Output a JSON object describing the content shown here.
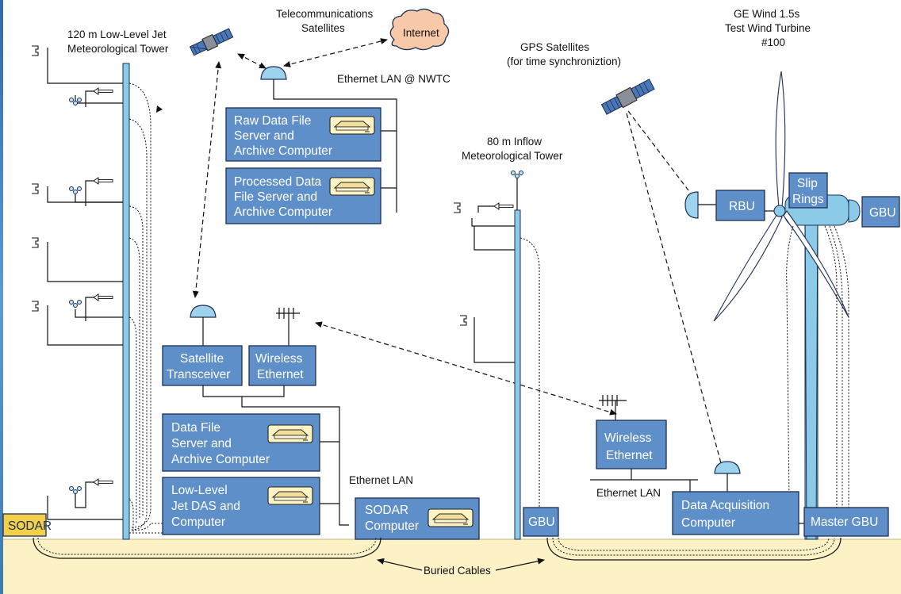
{
  "labels": {
    "met_tower_120": [
      "120 m Low-Level Jet",
      "Meteorological Tower"
    ],
    "telecom_satellites": [
      "Telecommunications",
      "Satellites"
    ],
    "internet": "Internet",
    "ethernet_lan_nwtc": "Ethernet LAN @ NWTC",
    "gps_satellites": [
      "GPS Satellites",
      "(for time synchroniztion)"
    ],
    "wind_turbine": [
      "GE Wind 1.5s",
      "Test Wind Turbine",
      "#100"
    ],
    "met_tower_80": [
      "80 m Inflow",
      "Meteorological Tower"
    ],
    "ethernet_lan": "Ethernet LAN",
    "ethernet_lan_2": "Ethernet LAN",
    "buried_cables": "Buried Cables"
  },
  "boxes": {
    "raw_data_server": [
      "Raw Data File",
      "Server and",
      "Archive Computer"
    ],
    "processed_data_server": [
      "Processed Data",
      "File Server and",
      "Archive Computer"
    ],
    "satellite_transceiver": [
      "Satellite",
      "Transceiver"
    ],
    "wireless_ethernet_left": [
      "Wireless",
      "Ethernet"
    ],
    "data_file_server": [
      "Data File",
      "Server and",
      "Archive Computer"
    ],
    "lljet_das": [
      "Low-Level",
      "Jet DAS and",
      "Computer"
    ],
    "sodar_computer": [
      "SODAR",
      "Computer"
    ],
    "sodar": "SODAR",
    "gbu_tower": "GBU",
    "wireless_ethernet_right": [
      "Wireless",
      "Ethernet"
    ],
    "daq_computer": [
      "Data Acquisition",
      "Computer"
    ],
    "master_gbu": "Master GBU",
    "rbu": "RBU",
    "slip_rings": [
      "Slip",
      "Rings"
    ],
    "gbu_nacelle": "GBU"
  },
  "colors": {
    "box_fill": "#5f8fc9",
    "box_border": "#1c2f55",
    "ground": "#fdf1c6",
    "sodar": "#f3cf4a",
    "tower": "#8ccbe8",
    "sky_strip": "#3d7ab0"
  },
  "icons": [
    "satellite-icon",
    "cloud-icon",
    "dish-antenna-icon",
    "yagi-antenna-icon",
    "disk-drive-icon",
    "anemometer-icon",
    "wind-vane-icon",
    "sensor-bracket-icon",
    "wind-turbine-icon"
  ]
}
